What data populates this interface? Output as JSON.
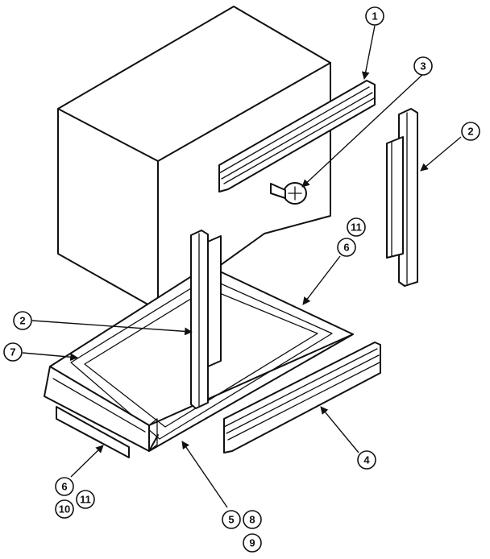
{
  "callouts": [
    {
      "id": "c1",
      "label": "1"
    },
    {
      "id": "c3",
      "label": "3"
    },
    {
      "id": "c2a",
      "label": "2"
    },
    {
      "id": "c11a",
      "label": "11"
    },
    {
      "id": "c6a",
      "label": "6"
    },
    {
      "id": "c2b",
      "label": "2"
    },
    {
      "id": "c7",
      "label": "7"
    },
    {
      "id": "c4",
      "label": "4"
    },
    {
      "id": "c6b",
      "label": "6"
    },
    {
      "id": "c11b",
      "label": "11"
    },
    {
      "id": "c10",
      "label": "10"
    },
    {
      "id": "c5",
      "label": "5"
    },
    {
      "id": "c8",
      "label": "8"
    },
    {
      "id": "c9",
      "label": "9"
    }
  ]
}
